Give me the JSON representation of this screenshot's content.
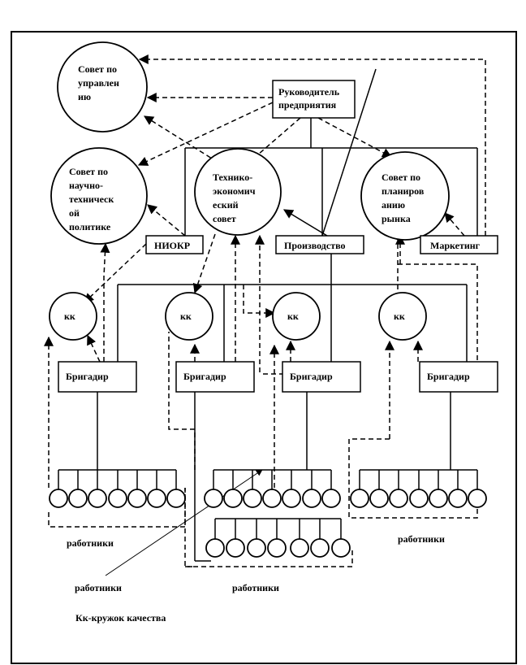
{
  "nodes": {
    "council_management": [
      "Совет по",
      "управлен",
      "ию"
    ],
    "head": [
      "Руководитель",
      "предприятия"
    ],
    "council_scitech": [
      "Совет по",
      "научно-",
      "техническ",
      "ой",
      "политике"
    ],
    "council_techecon": [
      "Технико-",
      "экономич",
      "еский",
      "совет"
    ],
    "council_market": [
      "Совет по",
      "планиров",
      "анию",
      "рынка"
    ],
    "niokr": "НИОКР",
    "production": "Производство",
    "marketing": "Маркетинг",
    "kk": [
      "кк",
      "кк",
      "кк",
      "кк"
    ],
    "foremen": [
      "Бригадир",
      "Бригадир",
      "Бригадир",
      "Бригадир"
    ]
  },
  "workers_labels": [
    "работники",
    "работники",
    "работники",
    "работники"
  ],
  "legend": "Кк-кружок качества"
}
